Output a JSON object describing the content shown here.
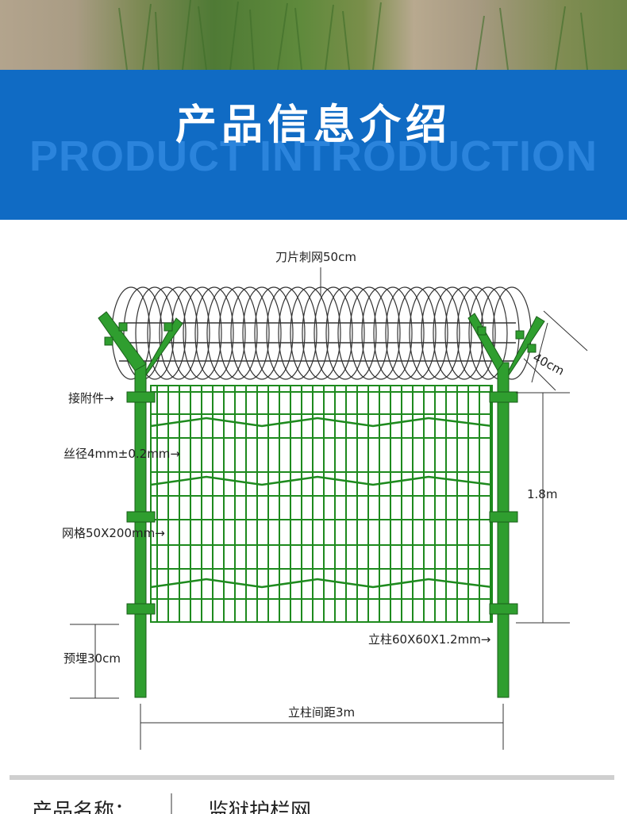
{
  "banner": {
    "title": "产品信息介绍",
    "subtitle": "PRODUCT INTRODUCTION",
    "bg_color": "#106bc4"
  },
  "diagram": {
    "labels": {
      "razor_wire": "刀片刺网50cm",
      "arm_length": "40cm",
      "connector": "接附件→",
      "wire_diameter": "丝径4mm±0.2mm→",
      "mesh_size": "网格50X200mm→",
      "height": "1.8m",
      "post_spec": "立柱60X60X1.2mm→",
      "embed_depth": "预埋30cm",
      "post_spacing": "立柱间距3m"
    },
    "colors": {
      "fence_green": "#1e8a1e",
      "post_green": "#2f9e2f",
      "wire": "#333333"
    }
  },
  "product_info": {
    "key": "产品名称：",
    "value": "监狱护栏网"
  }
}
